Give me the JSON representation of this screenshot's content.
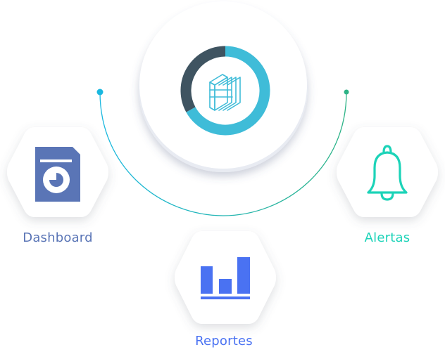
{
  "colors": {
    "dashboard": "#5a75b6",
    "reportes": "#4a72f2",
    "alertas": "#1cd3b8",
    "donut_dark": "#3f5461",
    "donut_light": "#3fbcd8",
    "arc_start": "#1ab8e0",
    "arc_end": "#2db386"
  },
  "center": {
    "logo_icon": "stacked-layers-logo-icon",
    "ring_segments": [
      {
        "color": "#3fbcd8",
        "fraction": 0.67
      },
      {
        "color": "#3f5461",
        "fraction": 0.33
      }
    ]
  },
  "features": [
    {
      "label": "Dashboard",
      "icon": "dashboard-report-icon",
      "color": "#5a75b6"
    },
    {
      "label": "Reportes",
      "icon": "bar-chart-icon",
      "color": "#4a72f2"
    },
    {
      "label": "Alertas",
      "icon": "bell-icon",
      "color": "#1cd3b8"
    }
  ]
}
